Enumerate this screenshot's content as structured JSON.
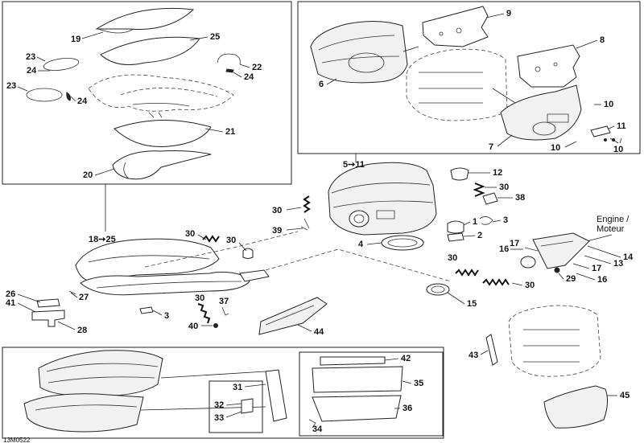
{
  "diagram_code": "13M0522",
  "engine_label_line1": "Engine /",
  "engine_label_line2": "Moteur",
  "callouts": {
    "n1": "1",
    "n2": "2",
    "n3a": "3",
    "n3b": "3",
    "n4": "4",
    "n5_11": "5➙11",
    "n6": "6",
    "n7": "7",
    "n8": "8",
    "n9": "9",
    "n10a": "10",
    "n10b": "10",
    "n10c": "10",
    "n11": "11",
    "n12": "12",
    "n13": "13",
    "n14": "14",
    "n15": "15",
    "n16a": "16",
    "n16b": "16",
    "n17a": "17",
    "n17b": "17",
    "n18_25": "18➙25",
    "n19": "19",
    "n20": "20",
    "n21": "21",
    "n22": "22",
    "n23a": "23",
    "n23b": "23",
    "n24a": "24",
    "n24b": "24",
    "n24c": "24",
    "n25": "25",
    "n26": "26",
    "n27": "27",
    "n28": "28",
    "n29": "29",
    "n30a": "30",
    "n30b": "30",
    "n30c": "30",
    "n30d": "30",
    "n30e": "30",
    "n30f": "30",
    "n31": "31",
    "n32": "32",
    "n33": "33",
    "n34": "34",
    "n35": "35",
    "n36": "36",
    "n37": "37",
    "n38": "38",
    "n39": "39",
    "n40": "40",
    "n41": "41",
    "n42": "42",
    "n43": "43",
    "n44": "44",
    "n45": "45"
  }
}
